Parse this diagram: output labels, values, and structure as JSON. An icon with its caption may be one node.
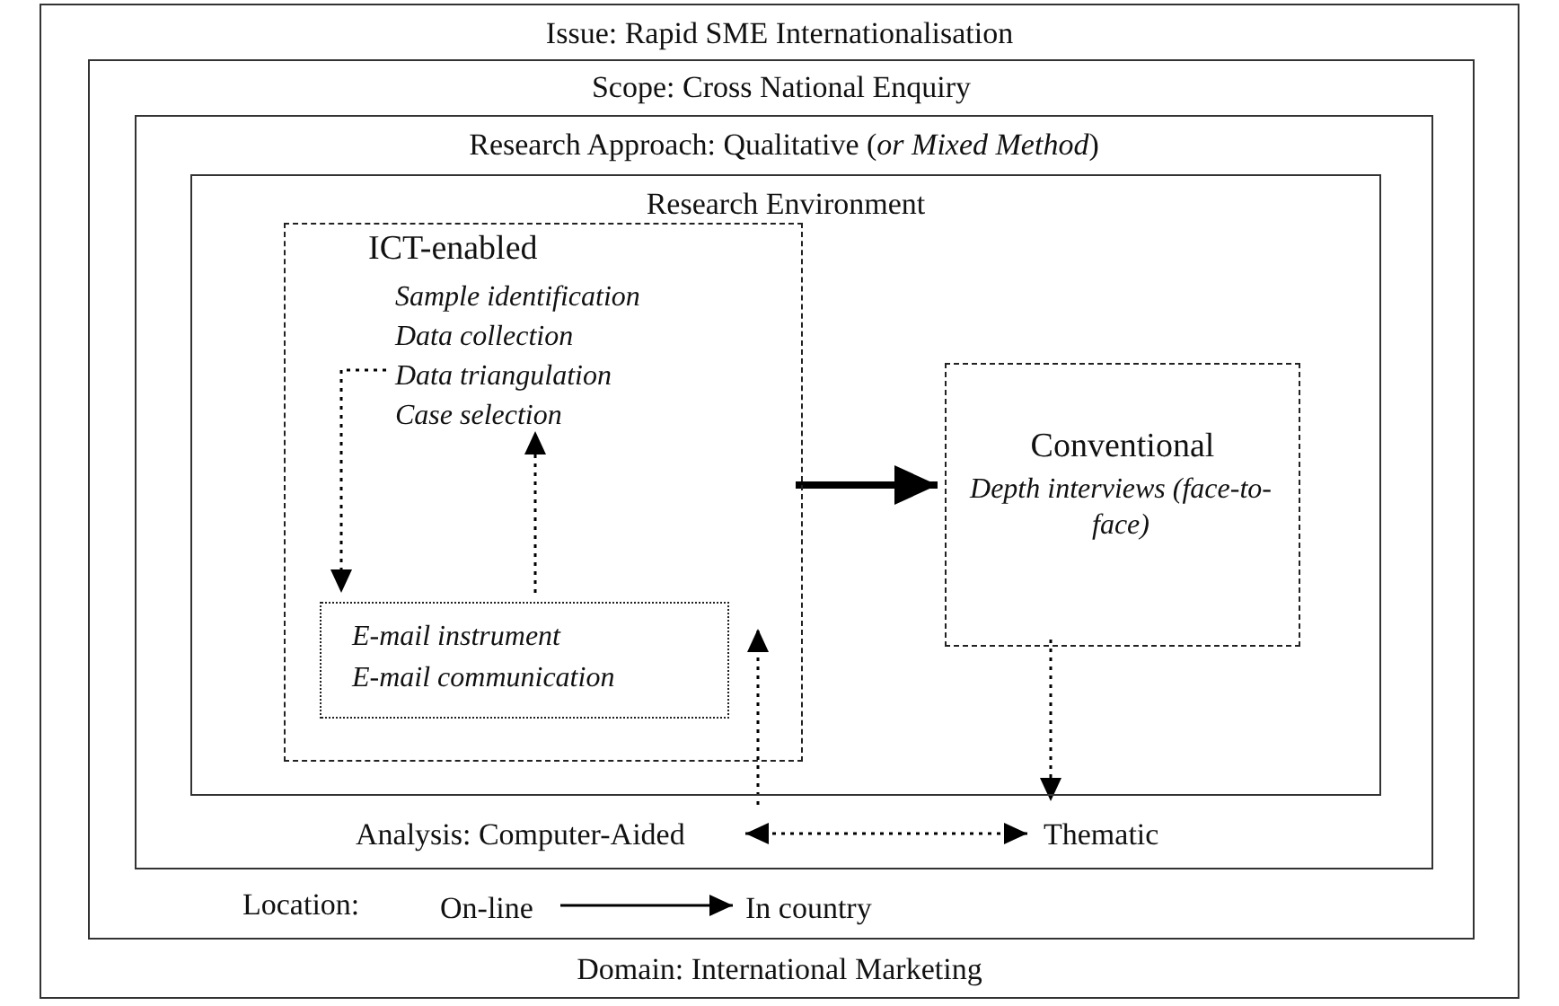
{
  "diagram": {
    "nodes": [
      {
        "text": [
          "Issue: Rapid SME Internationalisation",
          "Domain: International Marketing"
        ]
      },
      {
        "text": [
          "Scope: Cross National Enquiry"
        ],
        "in": 0
      },
      {
        "text": [
          "Research Approach: Qualitative (*or Mixed Method*)"
        ],
        "in": 1
      },
      {
        "text": [
          "Research Environment"
        ],
        "in": 2
      },
      {
        "text": [
          "ICT-enabled"
        ],
        "in": 3
      },
      {
        "text": [
          "Sample identification",
          "Data collection",
          "Data triangulation",
          "Case selection"
        ],
        "in": 4
      },
      {
        "text": [
          "E-mail instrument",
          "E-mail communication"
        ],
        "in": 4
      },
      {
        "text": [
          "Conventional",
          "Depth interviews (face-to-face)"
        ],
        "in": 3
      },
      {
        "text": [
          "Analysis: Computer-Aided"
        ],
        "in": 2
      },
      {
        "text": [
          "Thematic"
        ],
        "in": 2
      },
      {
        "text": [
          "On-line"
        ],
        "in": 1
      },
      {
        "text": [
          "In country"
        ],
        "in": 1
      }
    ],
    "edges": [
      {
        "from": 5,
        "to": 6,
        "arrow": "to",
        "style": "dashed"
      },
      {
        "from": 6,
        "to": 5,
        "arrow": "to",
        "style": "dashed"
      },
      {
        "from": 8,
        "to": 4,
        "arrow": "to",
        "style": "dashed"
      },
      {
        "from": 4,
        "to": 7,
        "arrow": "to",
        "style": "thick"
      },
      {
        "from": 7,
        "to": 9,
        "arrow": "to",
        "style": "dashed"
      },
      {
        "from": 8,
        "to": 9,
        "arrow": "both",
        "style": "dashed"
      },
      {
        "from": 10,
        "to": 11,
        "arrow": "to"
      }
    ],
    "labels": [
      "Location:"
    ]
  }
}
